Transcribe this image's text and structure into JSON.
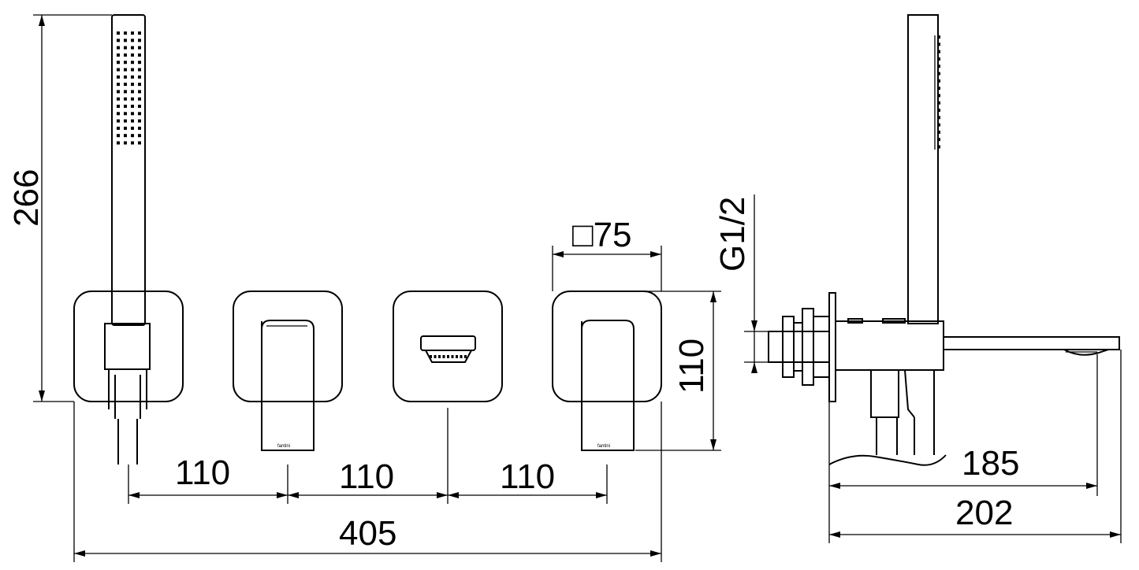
{
  "dimensions": {
    "handshower_height": "266",
    "plate_square": "□75",
    "plate_height": "110",
    "spacing_1": "110",
    "spacing_2": "110",
    "spacing_3": "110",
    "overall_width": "405",
    "thread": "G1/2",
    "spout_projection": "185",
    "overall_depth": "202"
  },
  "colors": {
    "line": "#000000",
    "background": "#ffffff"
  }
}
